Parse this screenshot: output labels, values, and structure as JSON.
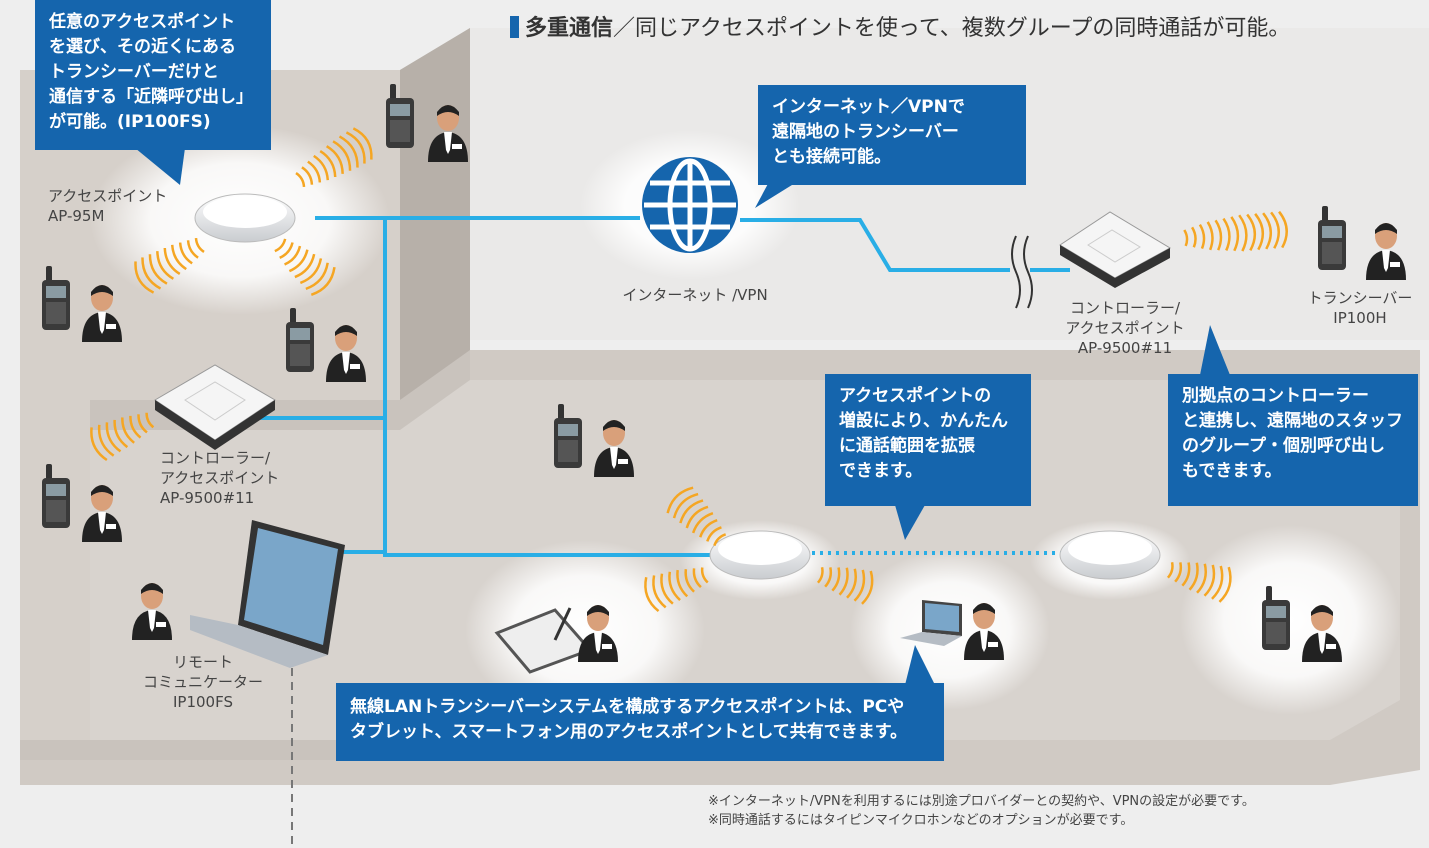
{
  "headline": {
    "bold": "多重通信",
    "text": "／同じアクセスポイントを使って、複数グループの同時通話が可能。"
  },
  "callouts": {
    "neighbor_call": "任意のアクセスポイント\nを選び、その近くにある\nトランシーバーだけと\n通信する「近隣呼び出し」\nが可能。(IP100FS)",
    "internet_vpn": "インターネット／VPNで\n遠隔地のトランシーバー\nとも接続可能。",
    "add_ap": "アクセスポイントの\n増設により、かんたん\nに通話範囲を拡張\nできます。",
    "remote_site": "別拠点のコントローラー\nと連携し、遠隔地のスタッフ\nのグループ・個別呼び出し\nもできます。",
    "shared_ap": "無線LANトランシーバーシステムを構成するアクセスポイントは、PCや\nタブレット、スマートフォン用のアクセスポイントとして共有できます。"
  },
  "labels": {
    "ap95m": "アクセスポイント\nAP-95M",
    "controller_left": "コントローラー/\nアクセスポイント\nAP-9500#11",
    "internet": "インターネット /VPN",
    "controller_remote": "コントローラー/\nアクセスポイント\nAP-9500#11",
    "transceiver_remote": "トランシーバー\nIP100H",
    "remote_communicator": "リモート\nコミュニケーター\nIP100FS"
  },
  "notes": [
    "※インターネット/VPNを利用するには別途プロバイダーとの契約や、VPNの設定が必要です。",
    "※同時通話するにはタイピンマイクロホンなどのオプションが必要です。"
  ],
  "colors": {
    "accent": "#1565ad",
    "network_line": "#29aee6",
    "wave": "#f5a623"
  }
}
